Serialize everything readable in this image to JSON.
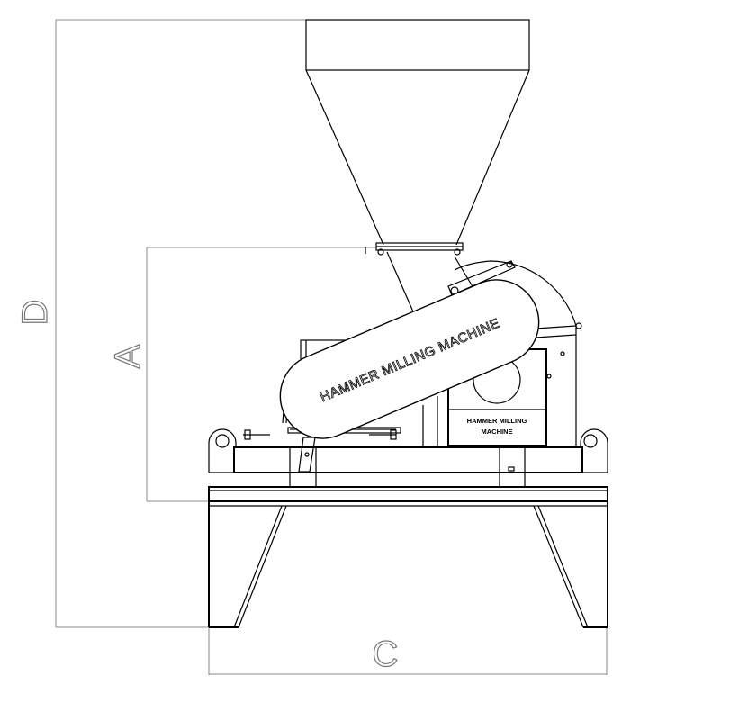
{
  "drawing": {
    "dimensions": {
      "a": "A",
      "c": "C",
      "d": "D"
    },
    "belt_guard_label": "HAMMER MILLING MACHINE",
    "nameplate": {
      "line1": "HAMMER MILLING",
      "line2": "MACHINE"
    }
  }
}
